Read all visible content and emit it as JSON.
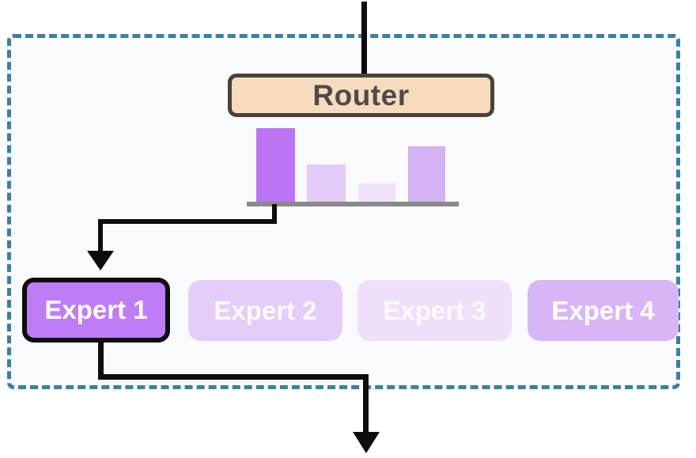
{
  "diagram": {
    "type": "mixture-of-experts-routing",
    "router": {
      "label": "Router"
    },
    "experts": [
      {
        "label": "Expert 1",
        "selected": true,
        "fill": "#be7cf5",
        "text_color": "#ffffff"
      },
      {
        "label": "Expert 2",
        "selected": false,
        "fill": "#e4cdf8",
        "text_color": "#fdfaff"
      },
      {
        "label": "Expert 3",
        "selected": false,
        "fill": "#efdffb",
        "text_color": "#fdfaff"
      },
      {
        "label": "Expert 4",
        "selected": false,
        "fill": "#d9b5f6",
        "text_color": "#ffffff"
      }
    ],
    "routing": {
      "selected_expert": "Expert 1",
      "input_arrow_target": "Router",
      "output_arrow_source": "Expert 1"
    },
    "colors": {
      "panel_border": "#3a7fa4",
      "panel_bg": "#f8fafd",
      "router_fill": "#f7dbbe",
      "router_border": "#4a413b",
      "router_text": "#4b4b4b",
      "selected_expert_border": "#0e0e0e",
      "arrow": "#0d0d0d",
      "chart_baseline": "#8a8a8a"
    }
  },
  "chart_data": {
    "type": "bar",
    "title": "",
    "categories": [
      "Expert 1",
      "Expert 2",
      "Expert 3",
      "Expert 4"
    ],
    "values": [
      0.4,
      0.2,
      0.1,
      0.3
    ],
    "bar_colors": [
      "#bb74f3",
      "#e3cbf8",
      "#efe3fb",
      "#d5b2f4"
    ],
    "xlabel": "",
    "ylabel": "",
    "ylim": [
      0,
      0.4
    ],
    "axis_tick_labels_visible": false,
    "grid": false,
    "legend": false
  }
}
